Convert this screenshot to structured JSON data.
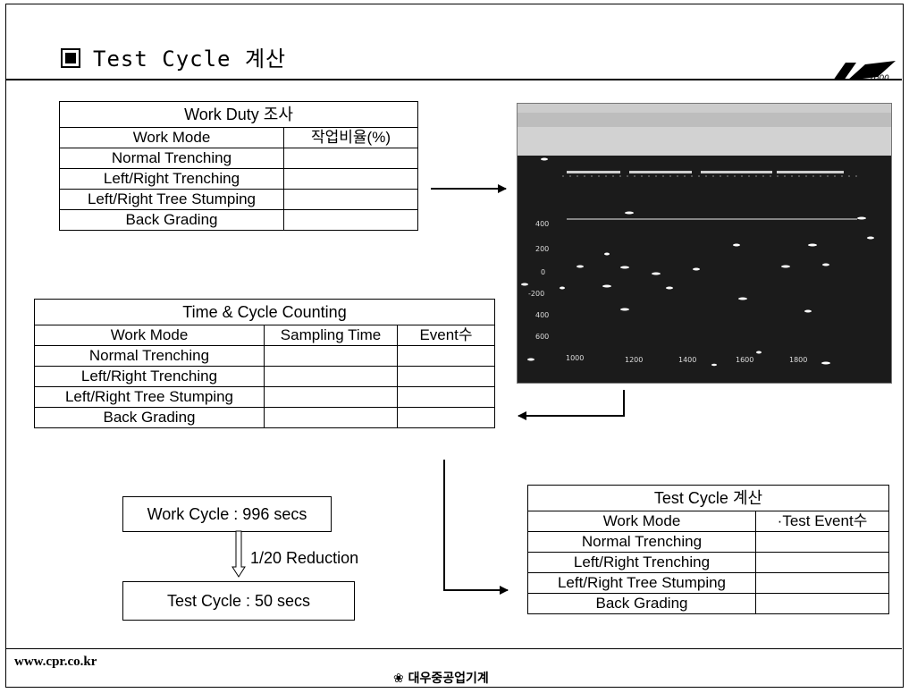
{
  "title": "Test Cycle 계산",
  "work_duty_table": {
    "title": "Work Duty 조사",
    "headers": [
      "Work Mode",
      "작업비율(%)"
    ],
    "rows": [
      "Normal Trenching",
      "Left/Right Trenching",
      "Left/Right Tree Stumping",
      "Back Grading"
    ]
  },
  "time_cycle_table": {
    "title": "Time & Cycle Counting",
    "headers": [
      "Work Mode",
      "Sampling Time",
      "Event수"
    ],
    "rows": [
      "Normal Trenching",
      "Left/Right Trenching",
      "Left/Right Tree Stumping",
      "Back Grading"
    ]
  },
  "test_cycle_table": {
    "title": "Test Cycle 계산",
    "headers": [
      "Work Mode",
      "·Test Event수"
    ],
    "rows": [
      "Normal Trenching",
      "Left/Right Trenching",
      "Left/Right Tree Stumping",
      "Back Grading"
    ]
  },
  "work_cycle": "Work Cycle : 996 secs",
  "reduction": "1/20 Reduction",
  "test_cycle": "Test Cycle : 50 secs",
  "screenshot": {
    "y_ticks": [
      "400",
      "200",
      "0",
      "-200",
      "400",
      "600"
    ],
    "x_ticks": [
      "1000",
      "1200",
      "1400",
      "1600",
      "1800"
    ]
  },
  "footer": {
    "url": "www.cpr.co.kr",
    "company": "대우중공업기계",
    "logo_text": "2000"
  }
}
